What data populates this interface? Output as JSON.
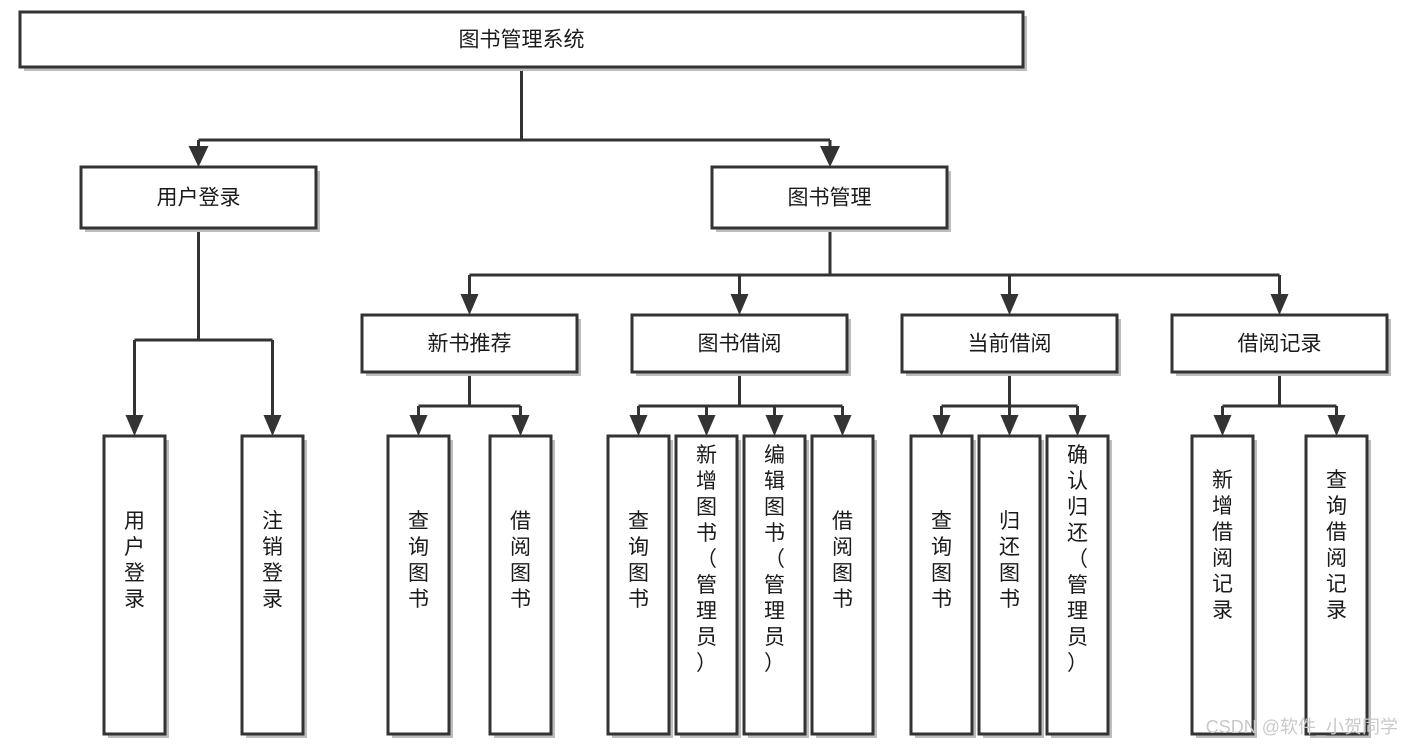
{
  "diagram": {
    "kind": "functional-structure-tree",
    "root": {
      "id": "root",
      "label": "图书管理系统"
    },
    "level2": [
      {
        "id": "user-login",
        "label": "用户登录"
      },
      {
        "id": "book-manage",
        "label": "图书管理"
      }
    ],
    "level3": [
      {
        "id": "new-book-recommend",
        "label": "新书推荐"
      },
      {
        "id": "book-borrow",
        "label": "图书借阅"
      },
      {
        "id": "current-borrow",
        "label": "当前借阅"
      },
      {
        "id": "borrow-record",
        "label": "借阅记录"
      }
    ],
    "leaves": {
      "user_login": [
        {
          "id": "leaf-user-login",
          "label": "用户登录"
        },
        {
          "id": "leaf-logout-login",
          "label": "注销登录"
        }
      ],
      "new_book_recommend": [
        {
          "id": "leaf-query-book-1",
          "label": "查询图书"
        },
        {
          "id": "leaf-borrow-book-1",
          "label": "借阅图书"
        }
      ],
      "book_borrow": [
        {
          "id": "leaf-query-book-2",
          "label": "查询图书"
        },
        {
          "id": "leaf-add-book",
          "label": "新增图书（管理员）"
        },
        {
          "id": "leaf-edit-book",
          "label": "编辑图书（管理员）"
        },
        {
          "id": "leaf-borrow-book-2",
          "label": "借阅图书"
        }
      ],
      "current_borrow": [
        {
          "id": "leaf-query-book-3",
          "label": "查询图书"
        },
        {
          "id": "leaf-return-book",
          "label": "归还图书"
        },
        {
          "id": "leaf-confirm-return",
          "label": "确认归还（管理员）"
        }
      ],
      "borrow_record": [
        {
          "id": "leaf-add-borrow-record",
          "label": "新增借阅记录"
        },
        {
          "id": "leaf-query-borrow-record",
          "label": "查询借阅记录"
        }
      ]
    },
    "watermark": "CSDN @软件_小贺同学",
    "colors": {
      "stroke": "#333333",
      "fill": "#ffffff",
      "text": "#1a1a1a",
      "shadow": "#bdbdbd",
      "watermark": "#c9c9c9"
    }
  }
}
